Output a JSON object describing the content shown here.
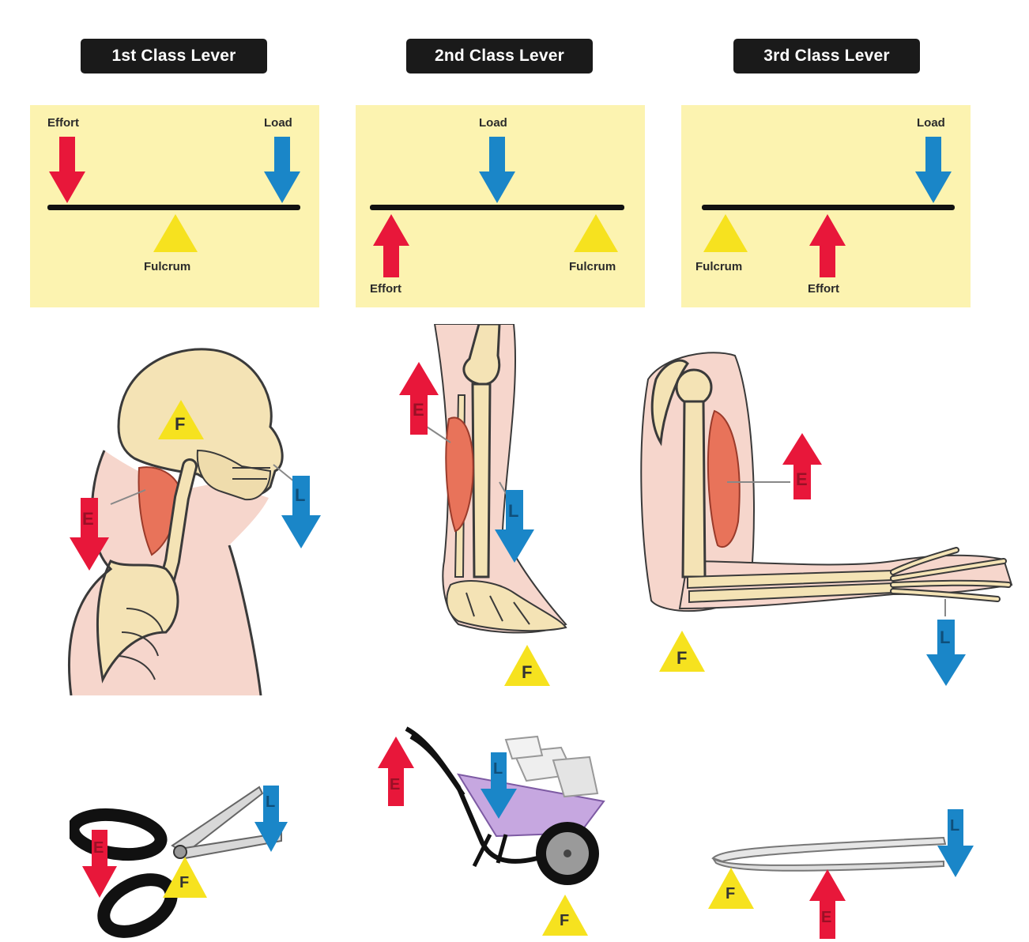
{
  "columns": [
    {
      "title": "1st Class Lever",
      "labels": {
        "effort": "Effort",
        "load": "Load",
        "fulcrum": "Fulcrum"
      },
      "examples": [
        "neck-head",
        "scissors"
      ]
    },
    {
      "title": "2nd Class Lever",
      "labels": {
        "effort": "Effort",
        "load": "Load",
        "fulcrum": "Fulcrum"
      },
      "examples": [
        "calf-foot",
        "wheelbarrow"
      ]
    },
    {
      "title": "3rd Class Lever",
      "labels": {
        "effort": "Effort",
        "load": "Load",
        "fulcrum": "Fulcrum"
      },
      "examples": [
        "arm-elbow",
        "tweezers"
      ]
    }
  ],
  "markers": {
    "fulcrum": "F",
    "effort": "E",
    "load": "L"
  },
  "colors": {
    "effort": "#e8173a",
    "load": "#1a86c8",
    "fulcrum": "#f6e21f",
    "panel": "#fcf3b0",
    "beam": "#111111",
    "bone": "#f4e3b5",
    "skin": "#f6d6cc",
    "muscle": "#e8735a"
  }
}
